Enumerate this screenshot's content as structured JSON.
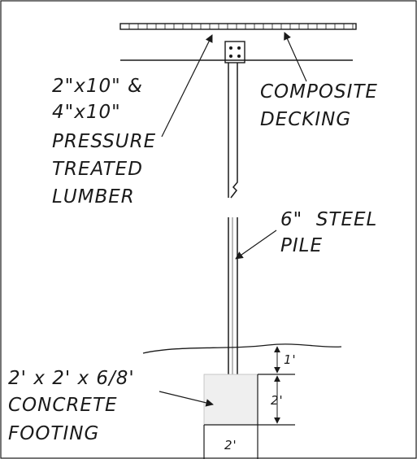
{
  "labels": {
    "lumber": [
      "2\"x10\" &",
      "4\"x10\"",
      "PRESSURE",
      "TREATED",
      "LUMBER"
    ],
    "decking": [
      "COMPOSITE",
      "DECKING"
    ],
    "pile": [
      "6\"  STEEL",
      "PILE"
    ],
    "footing": [
      "2' x 2' x 6/8'",
      "CONCRETE",
      "FOOTING"
    ]
  },
  "dimensions": {
    "above_grade": "1'",
    "footing_depth": "2'",
    "footing_width": "2'"
  },
  "colors": {
    "ink": "#1a1a1a",
    "paper": "#ffffff",
    "footing_fill": "#efefef"
  }
}
